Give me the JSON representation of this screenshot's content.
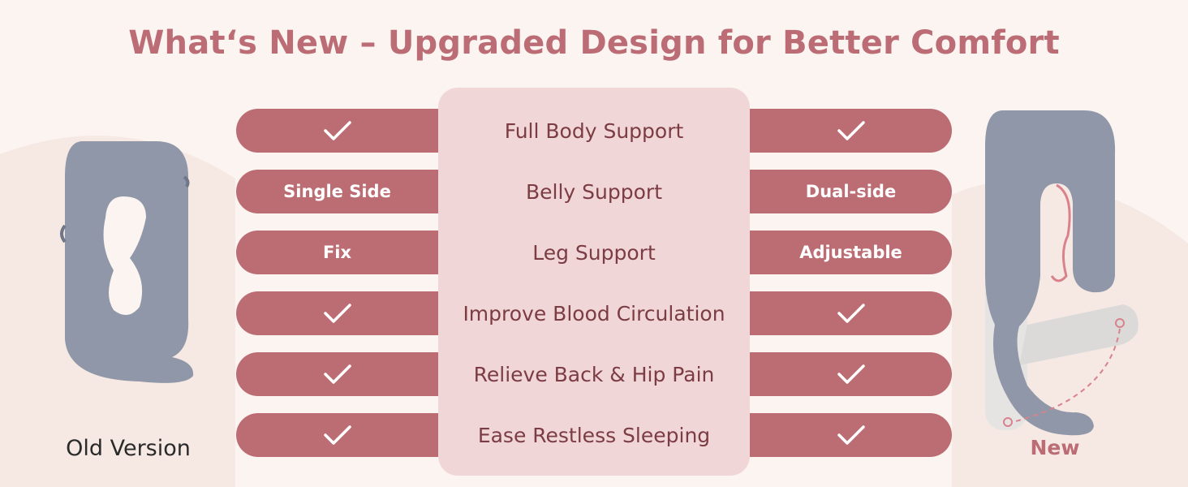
{
  "title": "What‘s New – Upgraded Design for Better Comfort",
  "colors": {
    "accent": "#bc6d74",
    "panel": "#f1d6d7",
    "background": "#fbf4f1",
    "pillow": "#8f97a8"
  },
  "old_caption": "Old Version",
  "new_caption": "New",
  "rows": [
    {
      "feature": "Full Body Support",
      "old": {
        "icon": "check-icon",
        "text": ""
      },
      "new": {
        "icon": "check-icon",
        "text": ""
      }
    },
    {
      "feature": "Belly Support",
      "old": {
        "icon": "",
        "text": "Single Side"
      },
      "new": {
        "icon": "",
        "text": "Dual-side"
      }
    },
    {
      "feature": "Leg Support",
      "old": {
        "icon": "",
        "text": "Fix"
      },
      "new": {
        "icon": "",
        "text": "Adjustable"
      }
    },
    {
      "feature": "Improve Blood Circulation",
      "old": {
        "icon": "check-icon",
        "text": ""
      },
      "new": {
        "icon": "check-icon",
        "text": ""
      }
    },
    {
      "feature": "Relieve Back & Hip Pain",
      "old": {
        "icon": "check-icon",
        "text": ""
      },
      "new": {
        "icon": "check-icon",
        "text": ""
      }
    },
    {
      "feature": "Ease Restless Sleeping",
      "old": {
        "icon": "check-icon",
        "text": ""
      },
      "new": {
        "icon": "check-icon",
        "text": ""
      }
    }
  ]
}
